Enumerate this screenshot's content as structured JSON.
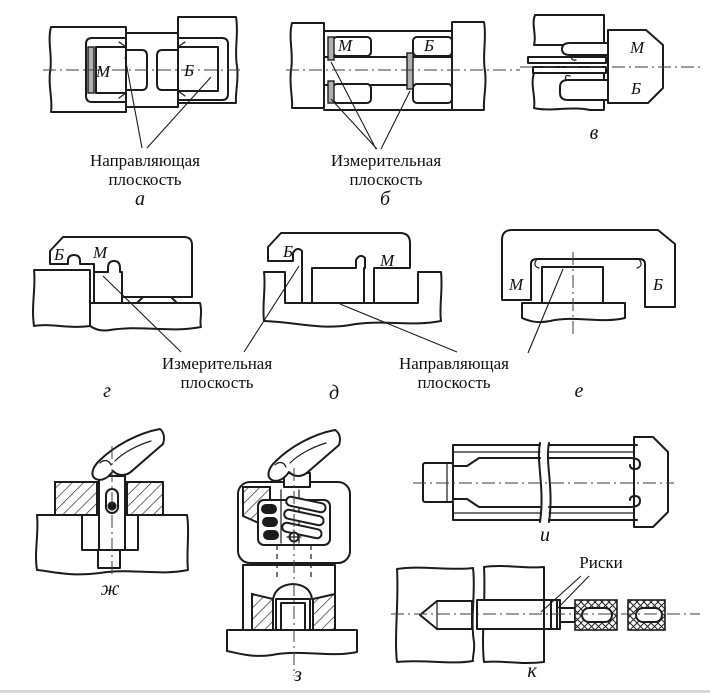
{
  "colors": {
    "line": "#1c1c1c",
    "background": "#ffffff",
    "shade_strip": "#b0b0b0",
    "page_edge": "#d9d9d9"
  },
  "figure": {
    "panels": [
      {
        "id": "a",
        "letter": "а",
        "m": "М",
        "b": "Б"
      },
      {
        "id": "b",
        "letter": "б",
        "m": "М",
        "b": "Б"
      },
      {
        "id": "v",
        "letter": "в",
        "m": "М",
        "b": "Б"
      },
      {
        "id": "g",
        "letter": "г",
        "m": "М",
        "b": "Б"
      },
      {
        "id": "d",
        "letter": "д",
        "m": "М",
        "b": "Б"
      },
      {
        "id": "e",
        "letter": "е",
        "m": "М",
        "b": "Б"
      },
      {
        "id": "zh",
        "letter": "ж"
      },
      {
        "id": "z",
        "letter": "з"
      },
      {
        "id": "i",
        "letter": "и"
      },
      {
        "id": "k",
        "letter": "к"
      }
    ],
    "annotations": {
      "guiding_plane_a": "Направляющая плоскость",
      "measuring_plane_b": "Измерительная плоскость",
      "measuring_plane_g": "Измерительная плоскость",
      "guiding_plane_d": "Направляющая плоскость",
      "marks_k": "Риски"
    }
  }
}
